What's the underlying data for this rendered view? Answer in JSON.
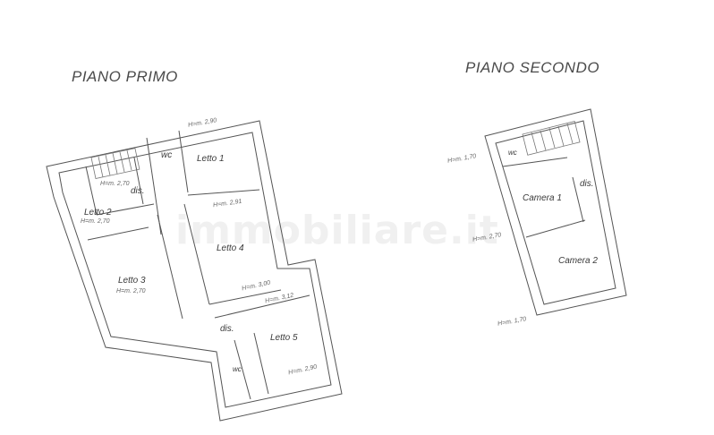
{
  "floor_plans": {
    "first_floor": {
      "title": "PIANO PRIMO",
      "rooms": [
        {
          "label": "wc"
        },
        {
          "label": "Letto 1",
          "height": "H=m. 2,90"
        },
        {
          "label": "dis.",
          "height": "H=m. 2,70"
        },
        {
          "label": "Letto 2",
          "height": "H=m. 2,70"
        },
        {
          "label": "Letto 3",
          "height": "H=m. 2,70"
        },
        {
          "label": "Letto 4",
          "height_top": "H=m. 2,91",
          "height_bottom": "H=m. 3,00"
        },
        {
          "label": "dis."
        },
        {
          "label": "wc"
        },
        {
          "label": "Letto 5",
          "height_top": "H=m. 3,12",
          "height_bottom": "H=m. 2,90"
        }
      ]
    },
    "second_floor": {
      "title": "PIANO SECONDO",
      "rooms": [
        {
          "label": "wc"
        },
        {
          "label": "Camera 1"
        },
        {
          "label": "dis."
        },
        {
          "label": "Camera 2"
        }
      ],
      "heights": [
        "H=m. 1,70",
        "H=m. 2,70",
        "H=m. 1,70"
      ]
    }
  },
  "watermark": "immobiliare.it"
}
